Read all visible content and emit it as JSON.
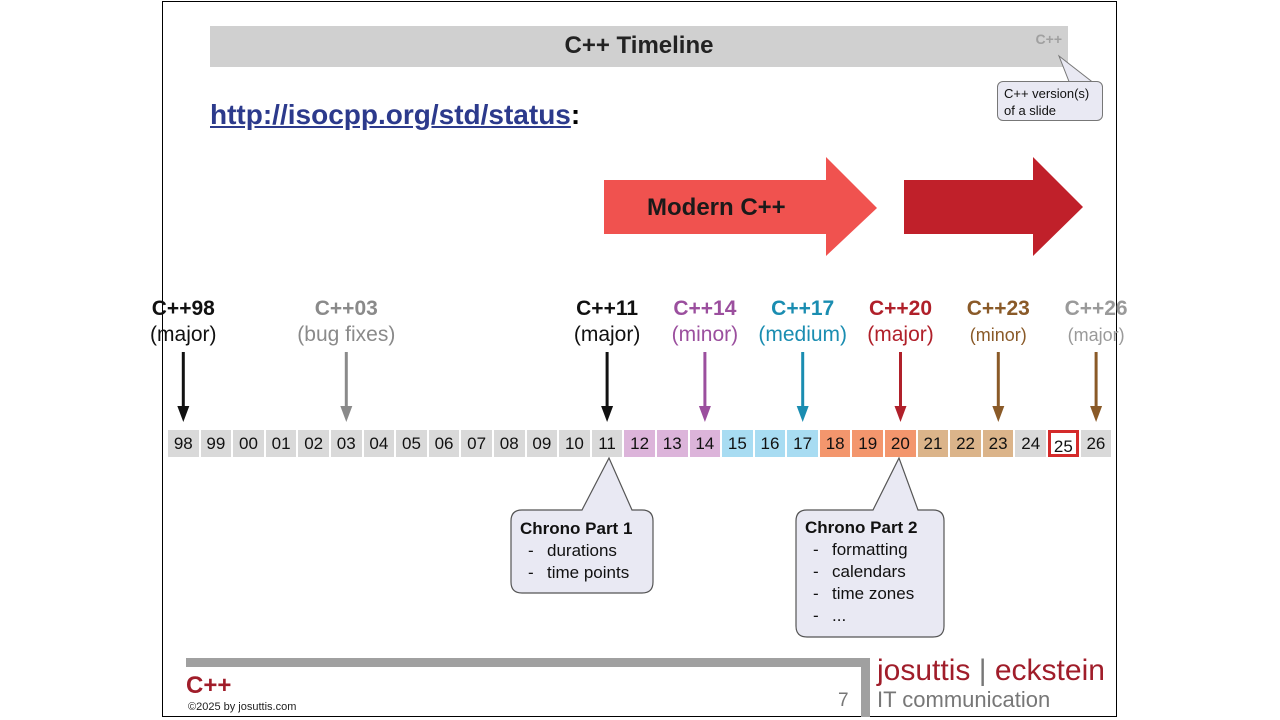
{
  "title": "C++ Timeline",
  "title_tag": "C++",
  "callout": {
    "line1": "C++ version(s)",
    "line2": "of a slide"
  },
  "link": {
    "url_text": "http://isocpp.org/std/status",
    "suffix": ":"
  },
  "banner": {
    "label": "Modern C++",
    "color_light": "#f0524f",
    "color_dark": "#c0202a"
  },
  "versions": [
    {
      "name": "C++98",
      "kind": "(major)",
      "color": "#111111",
      "year_index": 0
    },
    {
      "name": "C++03",
      "kind": "(bug fixes)",
      "color": "#8a8a8a",
      "year_index": 5
    },
    {
      "name": "C++11",
      "kind": "(major)",
      "color": "#111111",
      "year_index": 13
    },
    {
      "name": "C++14",
      "kind": "(minor)",
      "color": "#9b4f9e",
      "year_index": 16
    },
    {
      "name": "C++17",
      "kind": "(medium)",
      "color": "#1a8db1",
      "year_index": 19
    },
    {
      "name": "C++20",
      "kind": "(major)",
      "color": "#b0202a",
      "year_index": 22
    },
    {
      "name": "C++23",
      "kind": "(minor)",
      "color": "#8a5a28",
      "year_index": 25
    },
    {
      "name": "C++26",
      "kind": "(major)",
      "color": "#9a9a9a",
      "year_index": 28
    }
  ],
  "arrow_colors": [
    "#111111",
    "#8a8a8a",
    "#111111",
    "#9b4f9e",
    "#1a8db1",
    "#b0202a",
    "#8a5a28",
    "#8a5a28"
  ],
  "years": [
    "98",
    "99",
    "00",
    "01",
    "02",
    "03",
    "04",
    "05",
    "06",
    "07",
    "08",
    "09",
    "10",
    "11",
    "12",
    "13",
    "14",
    "15",
    "16",
    "17",
    "18",
    "19",
    "20",
    "21",
    "22",
    "23",
    "24",
    "25",
    "26"
  ],
  "year_colors": {
    "default": "#d9d9d9",
    "cpp14": "#dcb4da",
    "cpp17": "#a8dcf2",
    "cpp20": "#f3966d",
    "cpp23": "#dbb48a",
    "current": "#ffffff",
    "current_border": "#d42a2a"
  },
  "current_year": "25",
  "chrono1": {
    "title": "Chrono Part 1",
    "items": [
      "durations",
      "time points"
    ]
  },
  "chrono2": {
    "title": "Chrono Part 2",
    "items": [
      "formatting",
      "calendars",
      "time zones",
      "..."
    ]
  },
  "footer": {
    "cpp": "C++",
    "copyright": "©2025 by josuttis.com",
    "page": "7",
    "brand_left": "josuttis",
    "brand_sep": "|",
    "brand_right": "eckstein",
    "brand_sub": "IT communication"
  }
}
